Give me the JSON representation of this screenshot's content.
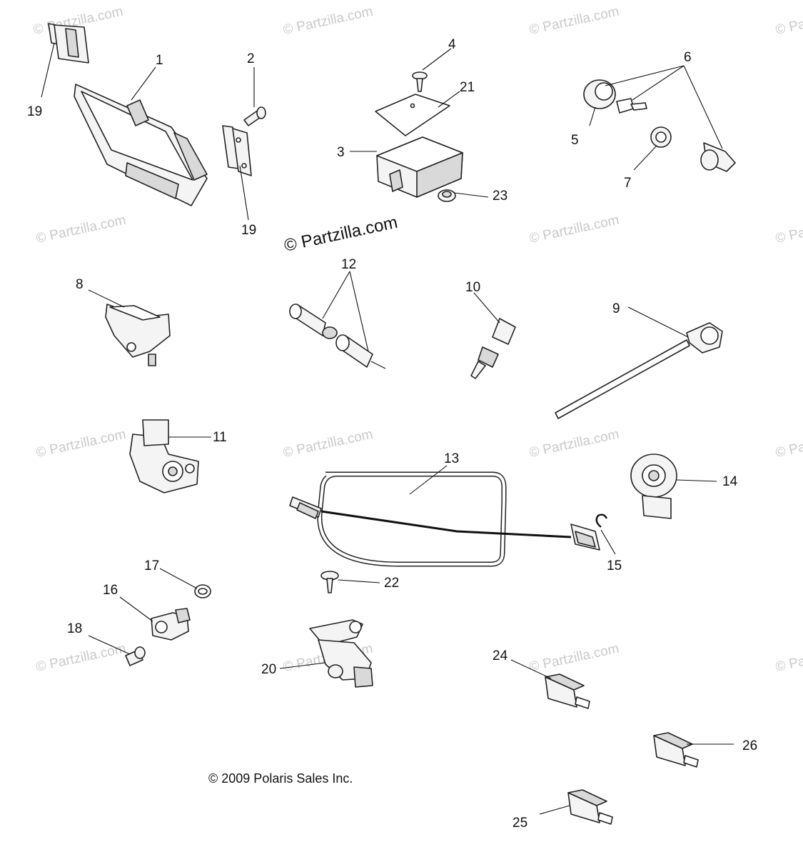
{
  "diagram": {
    "callouts": [
      "1",
      "2",
      "3",
      "4",
      "5",
      "6",
      "7",
      "8",
      "9",
      "10",
      "11",
      "12",
      "13",
      "14",
      "15",
      "16",
      "17",
      "18",
      "19",
      "19",
      "20",
      "21",
      "22",
      "23",
      "24",
      "25",
      "26"
    ],
    "watermark": "© Partzilla.com",
    "copyright": "© 2009 Polaris Sales Inc."
  }
}
